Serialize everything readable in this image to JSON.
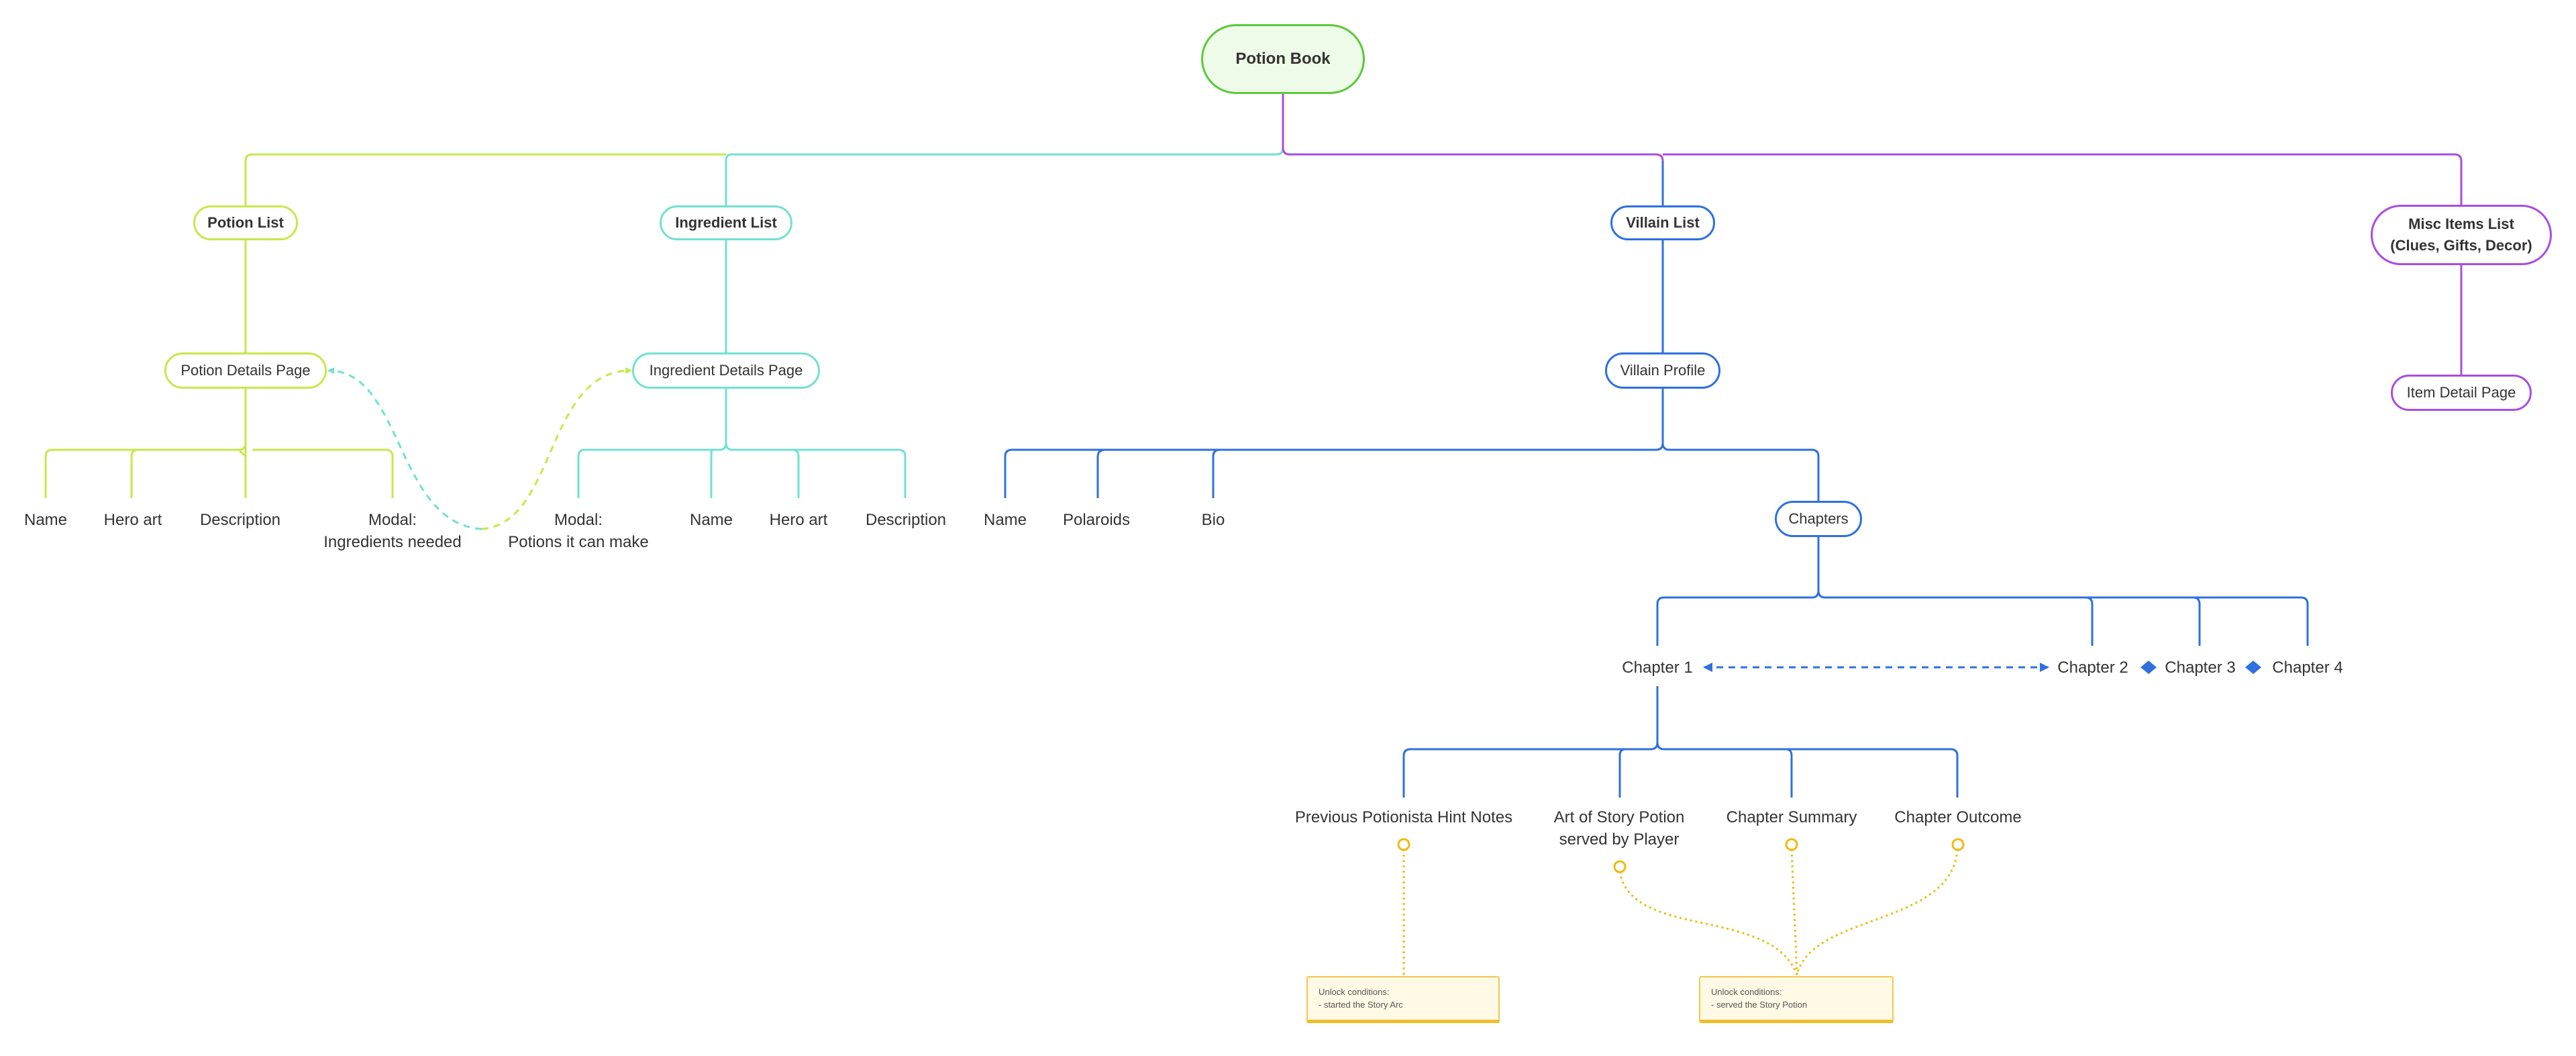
{
  "root": {
    "label": "Potion Book"
  },
  "branches": {
    "potion": {
      "list": "Potion List",
      "details": "Potion Details Page",
      "fields": [
        "Name",
        "Hero art",
        "Description"
      ],
      "modal": {
        "line1": "Modal:",
        "line2": "Ingredients needed"
      }
    },
    "ingredient": {
      "list": "Ingredient List",
      "details": "Ingredient Details Page",
      "modal": {
        "line1": "Modal:",
        "line2": "Potions it can make"
      },
      "fields": [
        "Name",
        "Hero art",
        "Description"
      ]
    },
    "villain": {
      "list": "Villain List",
      "profile": "Villain Profile",
      "fields": [
        "Name",
        "Polaroids",
        "Bio"
      ],
      "chapters": "Chapters",
      "chapter_items": [
        "Chapter 1",
        "Chapter 2",
        "Chapter 3",
        "Chapter 4"
      ],
      "chapter1_children": {
        "hint_notes": "Previous Potionista Hint Notes",
        "art_line1": "Art of Story Potion",
        "art_line2": "served by Player",
        "summary": "Chapter Summary",
        "outcome": "Chapter Outcome"
      }
    },
    "misc": {
      "list_line1": "Misc Items List",
      "list_line2": "(Clues, Gifts, Decor)",
      "detail": "Item Detail Page"
    }
  },
  "notes": {
    "story_arc": "Unlock conditions:\n- started the Story Arc",
    "story_potion": "Unlock conditions:\n- served the Story Potion"
  },
  "colors": {
    "root": "#5cc83a",
    "potion": "#c6e84a",
    "ingredient": "#72e0cf",
    "villain": "#2f6fe0",
    "misc": "#a94ce0",
    "note": "#f2b90f"
  }
}
